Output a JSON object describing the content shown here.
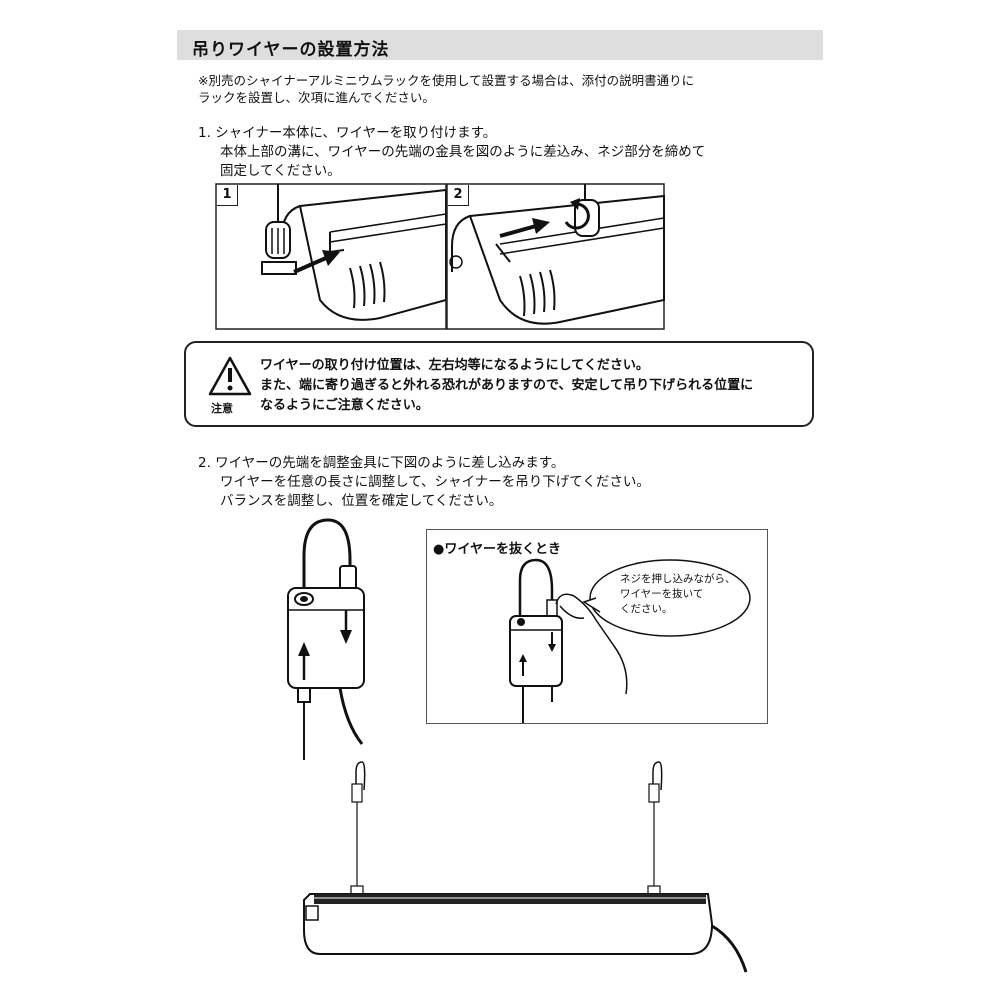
{
  "header": {
    "title": "吊りワイヤーの設置方法"
  },
  "note": {
    "line1": "※別売のシャイナーアルミニウムラックを使用して設置する場合は、添付の説明書通りに",
    "line2": "ラックを設置し、次項に進んでください。"
  },
  "step1": {
    "line1": "1.  シャイナー本体に、ワイヤーを取り付けます。",
    "line2": "本体上部の溝に、ワイヤーの先端の金具を図のように差込み、ネジ部分を締めて",
    "line3": "固定してください。"
  },
  "figures": {
    "fig1_label": "1",
    "fig2_label": "2"
  },
  "caution": {
    "label": "注意",
    "line1": "ワイヤーの取り付け位置は、左右均等になるようにしてください。",
    "line2": "また、端に寄り過ぎると外れる恐れがありますので、安定して吊り下げられる位置に",
    "line3": "なるようにご注意ください。"
  },
  "step2": {
    "line1": "2.  ワイヤーの先端を調整金具に下図のように差し込みます。",
    "line2": "ワイヤーを任意の長さに調整して、シャイナーを吊り下げてください。",
    "line3": "バランスを調整し、位置を確定してください。"
  },
  "inset": {
    "title": "●ワイヤーを抜くとき",
    "bubble_line1": "ネジを押し込みながら、",
    "bubble_line2": "ワイヤーを抜いて",
    "bubble_line3": "ください。"
  }
}
